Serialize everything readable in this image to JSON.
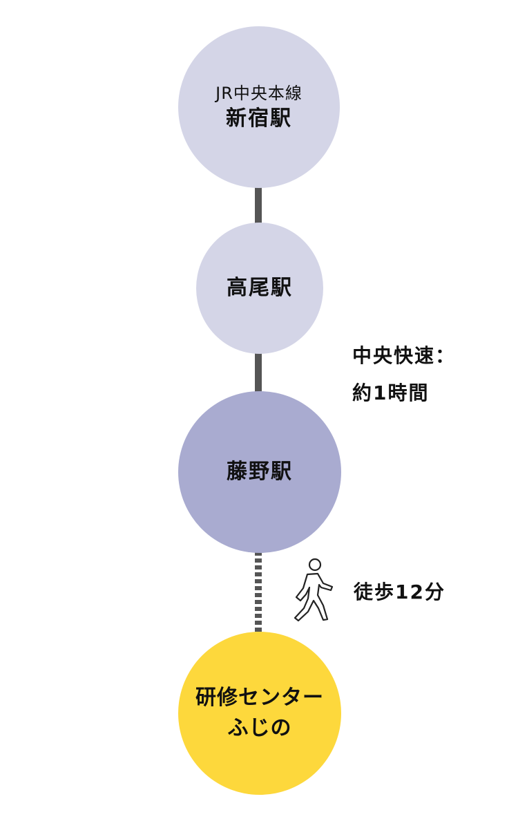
{
  "colors": {
    "station_light": "#d4d5e7",
    "station_mid": "#a9abd0",
    "destination": "#fdd83c",
    "connector": "#555555"
  },
  "stations": [
    {
      "line": "JR中央本線",
      "name": "新宿駅"
    },
    {
      "name": "高尾駅"
    },
    {
      "name": "藤野駅"
    }
  ],
  "destination": {
    "lines": [
      "研修センター",
      "ふじの"
    ]
  },
  "segments": {
    "train": {
      "lines": [
        "中央快速：",
        "約1時間"
      ]
    },
    "walk": {
      "icon": "walking-person-icon",
      "label": "徒歩12分"
    }
  }
}
